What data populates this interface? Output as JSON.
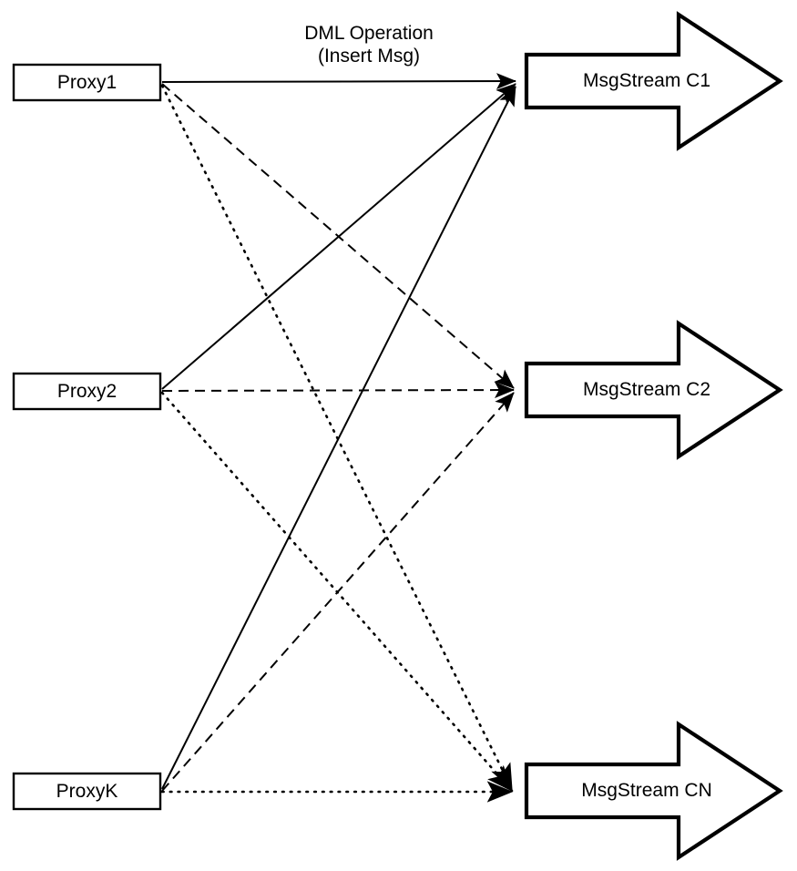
{
  "diagram": {
    "title": "Proxy to MsgStream routing diagram",
    "colors": {
      "background": "#ffffff",
      "stroke": "#000000",
      "fill": "#ffffff"
    },
    "proxies": [
      {
        "id": "proxy1",
        "label": "Proxy1"
      },
      {
        "id": "proxy2",
        "label": "Proxy2"
      },
      {
        "id": "proxyK",
        "label": "ProxyK"
      }
    ],
    "streams": [
      {
        "id": "c1",
        "label": "MsgStream C1"
      },
      {
        "id": "c2",
        "label": "MsgStream C2"
      },
      {
        "id": "cn",
        "label": "MsgStream CN"
      }
    ],
    "edge_caption": {
      "line1": "DML Operation",
      "line2": "(Insert Msg)"
    },
    "edges": [
      {
        "from": "proxy1",
        "to": "c1",
        "style": "solid"
      },
      {
        "from": "proxy1",
        "to": "c2",
        "style": "dashed"
      },
      {
        "from": "proxy1",
        "to": "cn",
        "style": "dotted"
      },
      {
        "from": "proxy2",
        "to": "c1",
        "style": "solid"
      },
      {
        "from": "proxy2",
        "to": "c2",
        "style": "dashed"
      },
      {
        "from": "proxy2",
        "to": "cn",
        "style": "dotted"
      },
      {
        "from": "proxyK",
        "to": "c1",
        "style": "solid"
      },
      {
        "from": "proxyK",
        "to": "c2",
        "style": "dashed"
      },
      {
        "from": "proxyK",
        "to": "cn",
        "style": "dotted"
      }
    ]
  }
}
